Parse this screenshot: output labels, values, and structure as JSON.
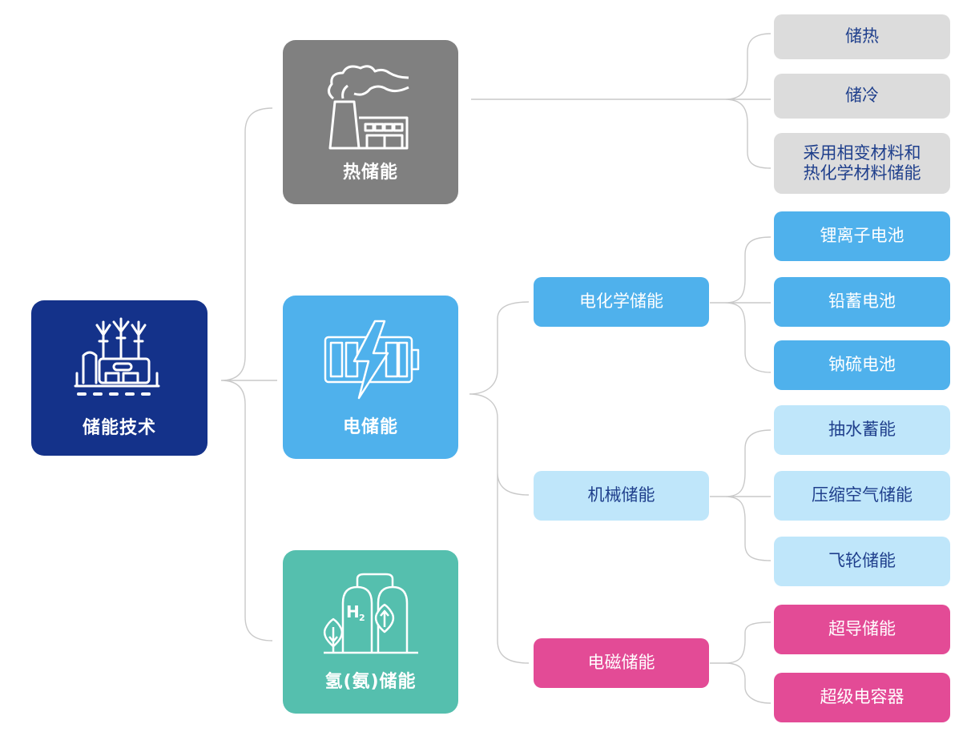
{
  "root": {
    "label": "储能技术",
    "icon": "wind-power-plant-icon",
    "color": "#14328a"
  },
  "categories": [
    {
      "label": "热储能",
      "icon": "factory-smoke-icon",
      "color": "#808080",
      "children": [
        {
          "label": "储热"
        },
        {
          "label": "储冷"
        },
        {
          "label": "采用相变材料和\n热化学材料储能"
        }
      ]
    },
    {
      "label": "电储能",
      "icon": "battery-lightning-icon",
      "color": "#4fb1ec",
      "subcategories": [
        {
          "label": "电化学储能",
          "color": "#4fb1ec",
          "children": [
            {
              "label": "锂离子电池"
            },
            {
              "label": "铅蓄电池"
            },
            {
              "label": "钠硫电池"
            }
          ]
        },
        {
          "label": "机械储能",
          "color": "#bfe6fa",
          "children": [
            {
              "label": "抽水蓄能"
            },
            {
              "label": "压缩空气储能"
            },
            {
              "label": "飞轮储能"
            }
          ]
        },
        {
          "label": "电磁储能",
          "color": "#e34b96",
          "children": [
            {
              "label": "超导储能"
            },
            {
              "label": "超级电容器"
            }
          ]
        }
      ]
    },
    {
      "label": "氢(氨)储能",
      "icon": "hydrogen-tank-icon",
      "color": "#55bfae"
    }
  ],
  "leaf_colors": {
    "thermal": "#dcdcdc",
    "light_text": "#1f3f8c"
  },
  "connector_color": "#c9c9c9"
}
